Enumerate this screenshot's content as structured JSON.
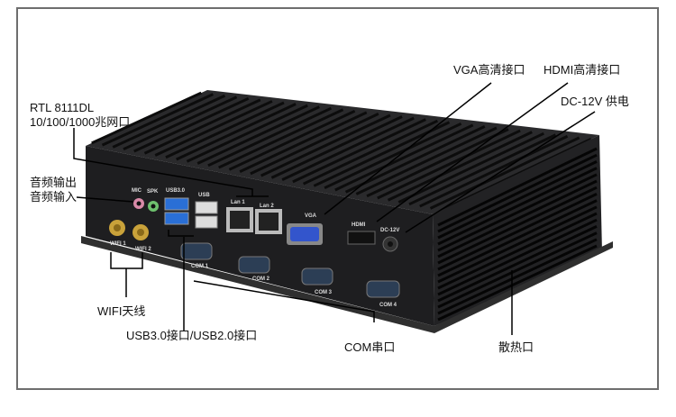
{
  "callouts": {
    "vga": "VGA高清接口",
    "hdmi": "HDMI高清接口",
    "dc": "DC-12V 供电",
    "rtl_line1": "RTL 8111DL",
    "rtl_line2": "10/100/1000兆网口",
    "audio_out": "音频输出",
    "audio_in": "音频输入",
    "wifi": "WIFI天线",
    "usb": "USB3.0接口/USB2.0接口",
    "com": "COM串口",
    "vent": "散热口"
  },
  "panel_labels": {
    "mic": "MIC",
    "spk": "SPK",
    "usb3": "USB3.0",
    "usb": "USB",
    "lan1": "Lan 1",
    "lan2": "Lan 2",
    "vga": "VGA",
    "hdmi": "HDMI",
    "dc": "DC-12V",
    "wifi1": "WIFI 1",
    "wifi2": "WIFI 2",
    "com1": "COM 1",
    "com2": "COM 2",
    "com3": "COM 3",
    "com4": "COM 4"
  },
  "colors": {
    "device": "#1c1c1e",
    "usb3": "#2a6fd6",
    "vga": "#3355cc",
    "antenna": "#c9a23a"
  }
}
